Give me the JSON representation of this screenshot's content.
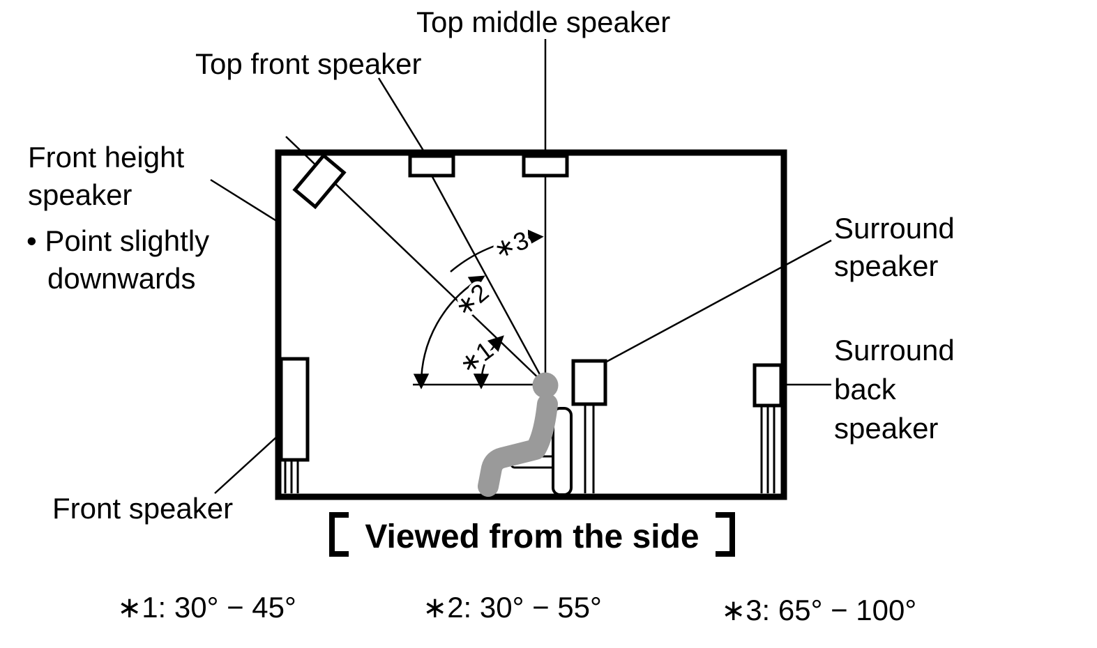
{
  "diagram": {
    "labels": {
      "top_middle_speaker": "Top middle speaker",
      "top_front_speaker": "Top front speaker",
      "front_height_speaker": {
        "line1": "Front height",
        "line2": "speaker"
      },
      "front_height_note": {
        "line1": "• Point slightly",
        "line2": "downwards"
      },
      "surround_speaker": {
        "line1": "Surround",
        "line2": "speaker"
      },
      "surround_back_speaker": {
        "line1": "Surround",
        "line2": "back",
        "line3": "speaker"
      },
      "front_speaker": "Front speaker"
    },
    "angle_markers": {
      "a1": "∗1",
      "a2": "∗2",
      "a3": "∗3"
    },
    "caption": "Viewed from the side",
    "legend": {
      "item1": "∗1: 30° − 45°",
      "item2": "∗2: 30° − 55°",
      "item3": "∗3: 65° − 100°"
    },
    "colors": {
      "line": "#000000",
      "figure_gray": "#9a9a9a",
      "background": "#ffffff"
    }
  }
}
